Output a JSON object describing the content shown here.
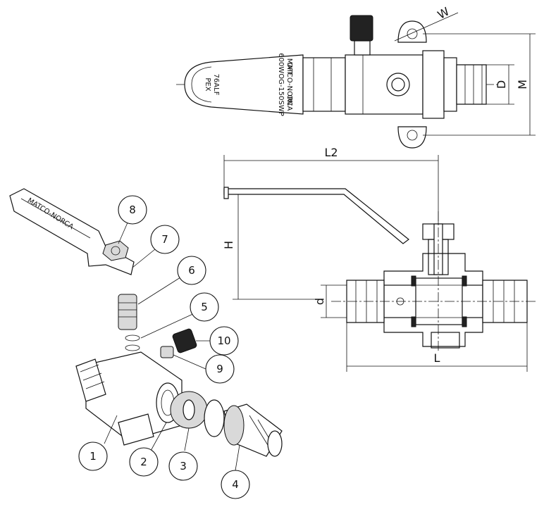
{
  "top_view": {
    "handle_text_lines": [
      "MATCO-NORCA",
      "600WOG-150SWP",
      "76ALF",
      "PEX"
    ],
    "off_label": "OFF",
    "on_label": "ON",
    "dim_w": "W",
    "dim_d": "D",
    "dim_m": "M"
  },
  "section_view": {
    "dim_l2": "L2",
    "dim_h": "H",
    "dim_d_small": "d",
    "dim_l": "L"
  },
  "exploded_view": {
    "handle_text": "MATCO-NORCA",
    "callouts": [
      "1",
      "2",
      "3",
      "4",
      "5",
      "6",
      "7",
      "8",
      "9",
      "10"
    ]
  }
}
